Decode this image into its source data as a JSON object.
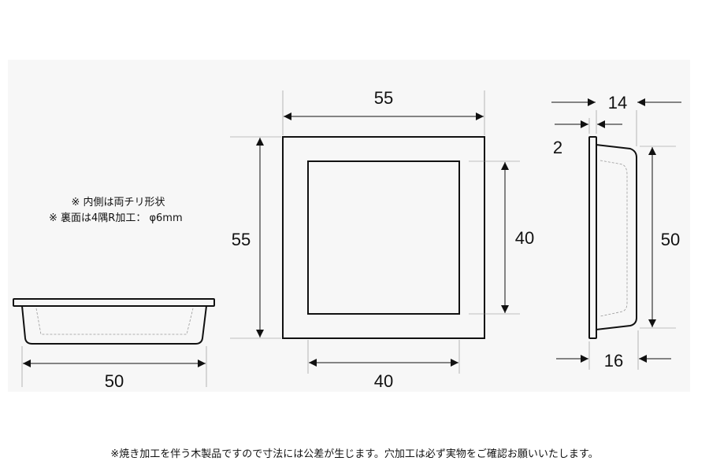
{
  "notes": {
    "line1": "※ 内側は両チリ形状",
    "line2": "※ 裏面は4隅R加工： φ6mm"
  },
  "dimensions": {
    "front_width": "55",
    "front_height": "55",
    "inner_height": "40",
    "inner_width": "40",
    "side_depth_top": "14",
    "side_lip": "2",
    "side_height": "50",
    "side_depth_bottom": "16",
    "bottom_width": "50"
  },
  "footer": {
    "text": "※焼き加工を伴う木製品ですので寸法には公差が生じます。穴加工は必ず実物をご確認お願いいたします。"
  },
  "colors": {
    "line": "#111111",
    "background": "#ffffff",
    "panel": "#f7f7f7"
  }
}
